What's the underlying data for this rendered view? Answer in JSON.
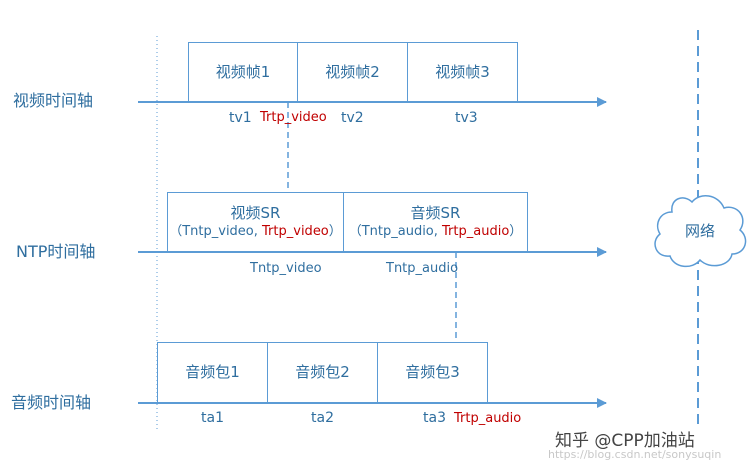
{
  "axes": {
    "video": "视频时间轴",
    "ntp": "NTP时间轴",
    "audio": "音频时间轴"
  },
  "video_frames": [
    "视频帧1",
    "视频帧2",
    "视频帧3"
  ],
  "video_ticks": [
    "tv1",
    "tv2",
    "tv3"
  ],
  "video_rtp_label": "Trtp_video",
  "sr_boxes": [
    {
      "title": "视频SR",
      "open": "（",
      "ntp": "Tntp_video",
      "sep": ", ",
      "rtp": "Trtp_video",
      "close": "）"
    },
    {
      "title": "音频SR",
      "open": "（",
      "ntp": "Tntp_audio",
      "sep": ", ",
      "rtp": "Trtp_audio",
      "close": "）"
    }
  ],
  "ntp_ticks": [
    "Tntp_video",
    "Tntp_audio"
  ],
  "audio_packets": [
    "音频包1",
    "音频包2",
    "音频包3"
  ],
  "audio_ticks": [
    "ta1",
    "ta2",
    "ta3"
  ],
  "audio_rtp_label": "Trtp_audio",
  "network_label": "网络",
  "watermark": "知乎 @CPP加油站",
  "watermark_url": "https://blog.csdn.net/sonysuqin",
  "colors": {
    "line": "#5b9bd5",
    "text": "#2f6e9f",
    "red": "#c00000"
  }
}
